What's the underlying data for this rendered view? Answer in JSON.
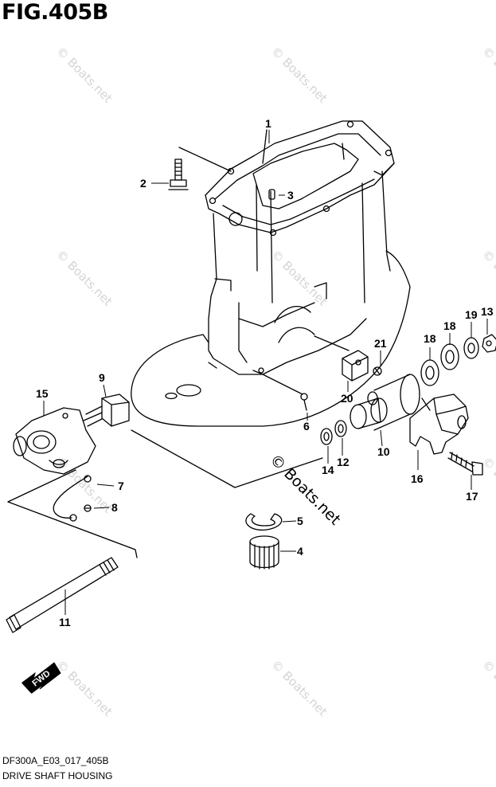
{
  "figure": {
    "title": "FIG.405B",
    "code": "DF300A_E03_017_405B",
    "caption": "DRIVE SHAFT HOUSING"
  },
  "watermark": {
    "text": "© Boats.net"
  },
  "direction": {
    "label": "FWD"
  },
  "callouts": [
    "1",
    "2",
    "3",
    "4",
    "5",
    "6",
    "7",
    "8",
    "9",
    "10",
    "11",
    "12",
    "13",
    "14",
    "15",
    "16",
    "17",
    "18",
    "18",
    "19",
    "20",
    "21"
  ]
}
